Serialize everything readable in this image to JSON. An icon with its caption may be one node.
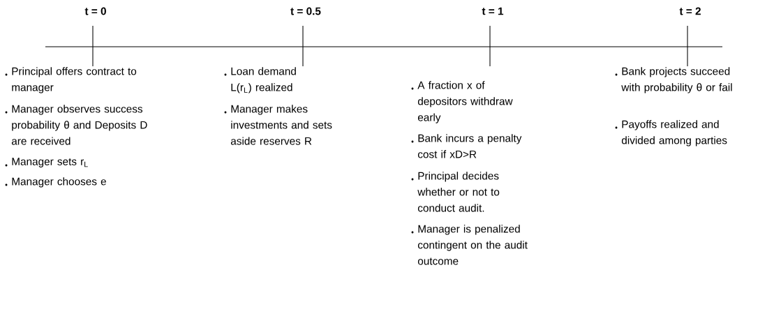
{
  "diagram": {
    "labels": [
      "t = 0",
      "t = 0.5",
      "t = 1",
      "t = 2",
      "Principal offers contract to manager",
      "Manager observes success probability θ and Deposits D are received",
      "Manager sets r$_{L}$",
      "Manager chooses e",
      "Loan demand L(r$_{L}$) realized",
      "Manager makes investments and sets aside reserves R",
      "A fraction x of depositors withdraw early",
      "Bank incurs a penalty cost if xD>R",
      "Principal decides whether or not to conduct audit.",
      "Manager is penalized contingent on the audit outcome",
      "Bank projects succeed with probability θ or fail",
      "Payoffs realized and divided among parties"
    ]
  }
}
